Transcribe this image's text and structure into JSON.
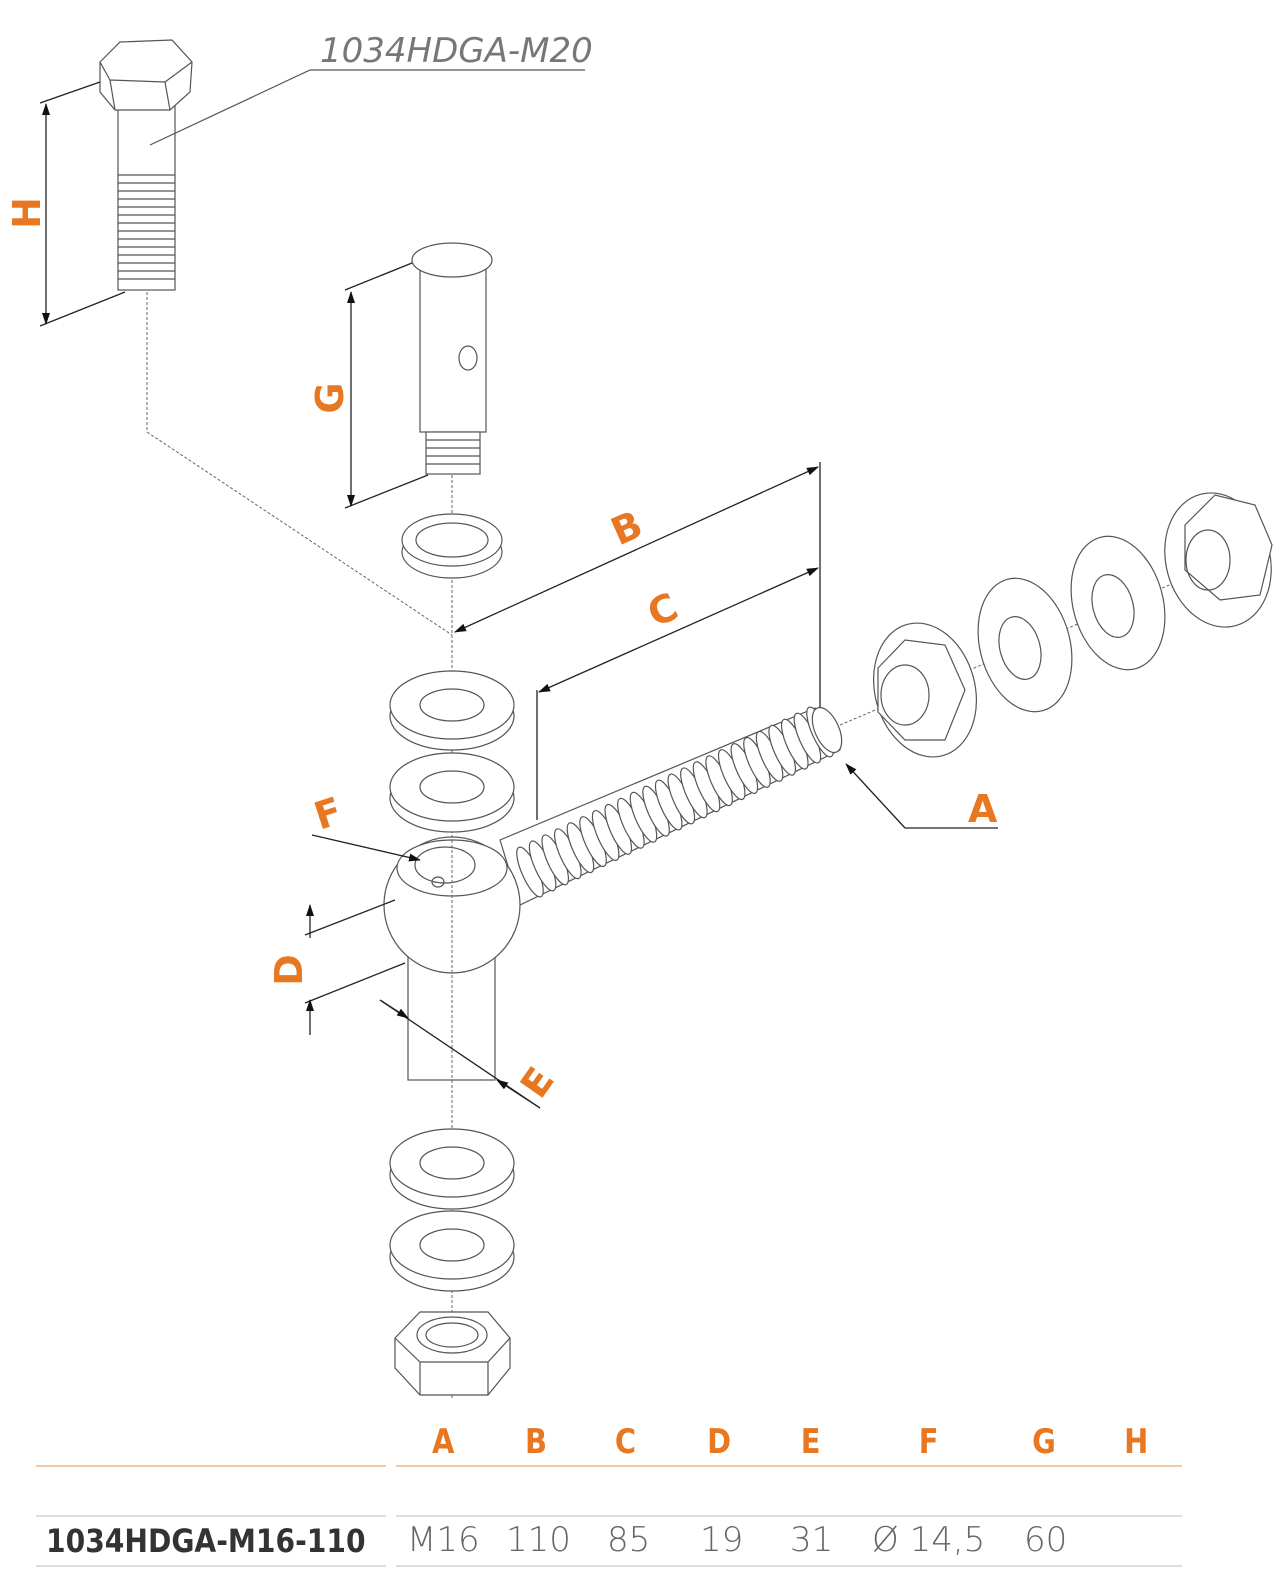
{
  "diagram": {
    "part_label": "1034HDGA-M20",
    "dimension_labels": {
      "A": "A",
      "B": "B",
      "C": "C",
      "D": "D",
      "E": "E",
      "F": "F",
      "G": "G",
      "H": "H"
    },
    "accent_color": "#e87722"
  },
  "table": {
    "headers": [
      "A",
      "B",
      "C",
      "D",
      "E",
      "F",
      "G",
      "H"
    ],
    "rows": [
      {
        "name": "1034HDGA-M16-110",
        "values": [
          "M16",
          "110",
          "85",
          "19",
          "31",
          "Ø 14,5",
          "60",
          ""
        ]
      }
    ]
  }
}
